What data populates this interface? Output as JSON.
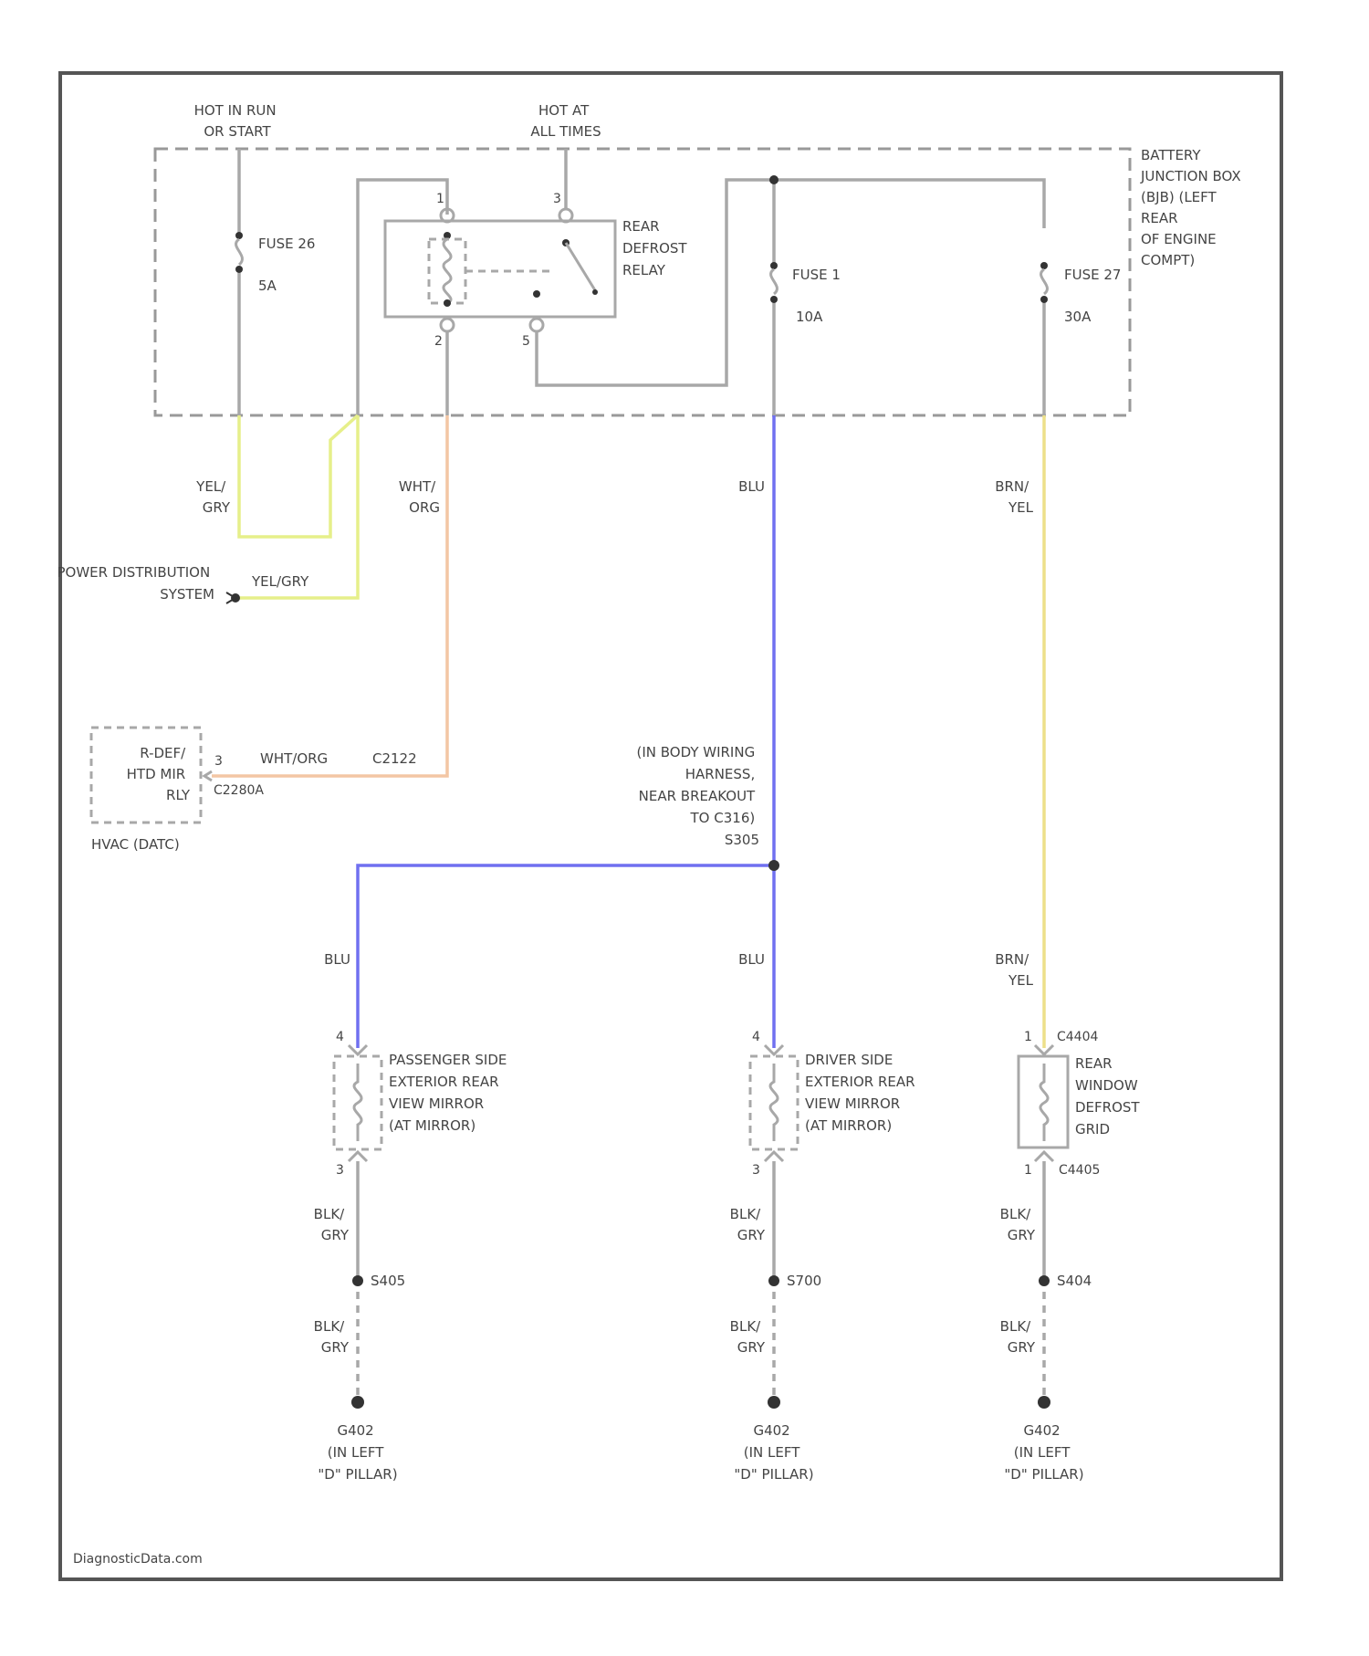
{
  "colors": {
    "frame": "#555555",
    "wire_default": "#a8a8a8",
    "wire_yel_gry": "#e6ef8a",
    "wire_wht_org": "#f3c6a4",
    "wire_blu": "#7070f0",
    "wire_brn_yel": "#ede08a"
  },
  "sources": {
    "hot_run_start": [
      "HOT IN RUN",
      "OR START"
    ],
    "hot_all_times": [
      "HOT AT",
      "ALL TIMES"
    ]
  },
  "junction_box": {
    "label": [
      "BATTERY",
      "JUNCTION BOX",
      "(BJB) (LEFT",
      "REAR",
      "OF ENGINE",
      "COMPT)"
    ]
  },
  "fuse_26": {
    "name": "FUSE 26",
    "rating": "5A"
  },
  "fuse_1": {
    "name": "FUSE 1",
    "rating": "10A"
  },
  "fuse_27": {
    "name": "FUSE 27",
    "rating": "30A"
  },
  "relay": {
    "label": [
      "REAR",
      "DEFROST",
      "RELAY"
    ],
    "pins": {
      "p1": "1",
      "p2": "2",
      "p3": "3",
      "p5": "5"
    }
  },
  "wires": {
    "yel_gry": [
      "YEL/",
      "GRY"
    ],
    "yel_gry_inline": "YEL/GRY",
    "wht_org": [
      "WHT/",
      "ORG"
    ],
    "wht_org_inline": "WHT/ORG",
    "blu": "BLU",
    "brn_yel": [
      "BRN/",
      "YEL"
    ],
    "blk_gry": [
      "BLK/",
      "GRY"
    ]
  },
  "power_distribution": [
    "POWER DISTRIBUTION",
    "SYSTEM"
  ],
  "hvac_relay": {
    "label": [
      "R-DEF/",
      "HTD MIR",
      "RLY"
    ],
    "pin": "3",
    "connector": "C2280A",
    "connector2": "C2122",
    "module": "HVAC (DATC)"
  },
  "splice_note": [
    "(IN BODY WIRING",
    "HARNESS,",
    "NEAR BREAKOUT",
    "TO C316)",
    "S305"
  ],
  "passenger_mirror": {
    "label": [
      "PASSENGER SIDE",
      "EXTERIOR REAR",
      "VIEW MIRROR",
      "(AT MIRROR)"
    ],
    "pin_top": "4",
    "pin_bottom": "3"
  },
  "driver_mirror": {
    "label": [
      "DRIVER SIDE",
      "EXTERIOR REAR",
      "VIEW MIRROR",
      "(AT MIRROR)"
    ],
    "pin_top": "4",
    "pin_bottom": "3"
  },
  "rear_defrost_grid": {
    "label": [
      "REAR",
      "WINDOW",
      "DEFROST",
      "GRID"
    ],
    "pin_top": "1",
    "conn_top": "C4404",
    "pin_bottom": "1",
    "conn_bottom": "C4405"
  },
  "splices": {
    "left": "S405",
    "middle": "S700",
    "right": "S404"
  },
  "grounds": {
    "left": [
      "G402",
      "(IN LEFT",
      "\"D\" PILLAR)"
    ],
    "middle": [
      "G402",
      "(IN LEFT",
      "\"D\" PILLAR)"
    ],
    "right": [
      "G402",
      "(IN LEFT",
      "\"D\" PILLAR)"
    ]
  },
  "watermark": "DiagnosticData.com"
}
